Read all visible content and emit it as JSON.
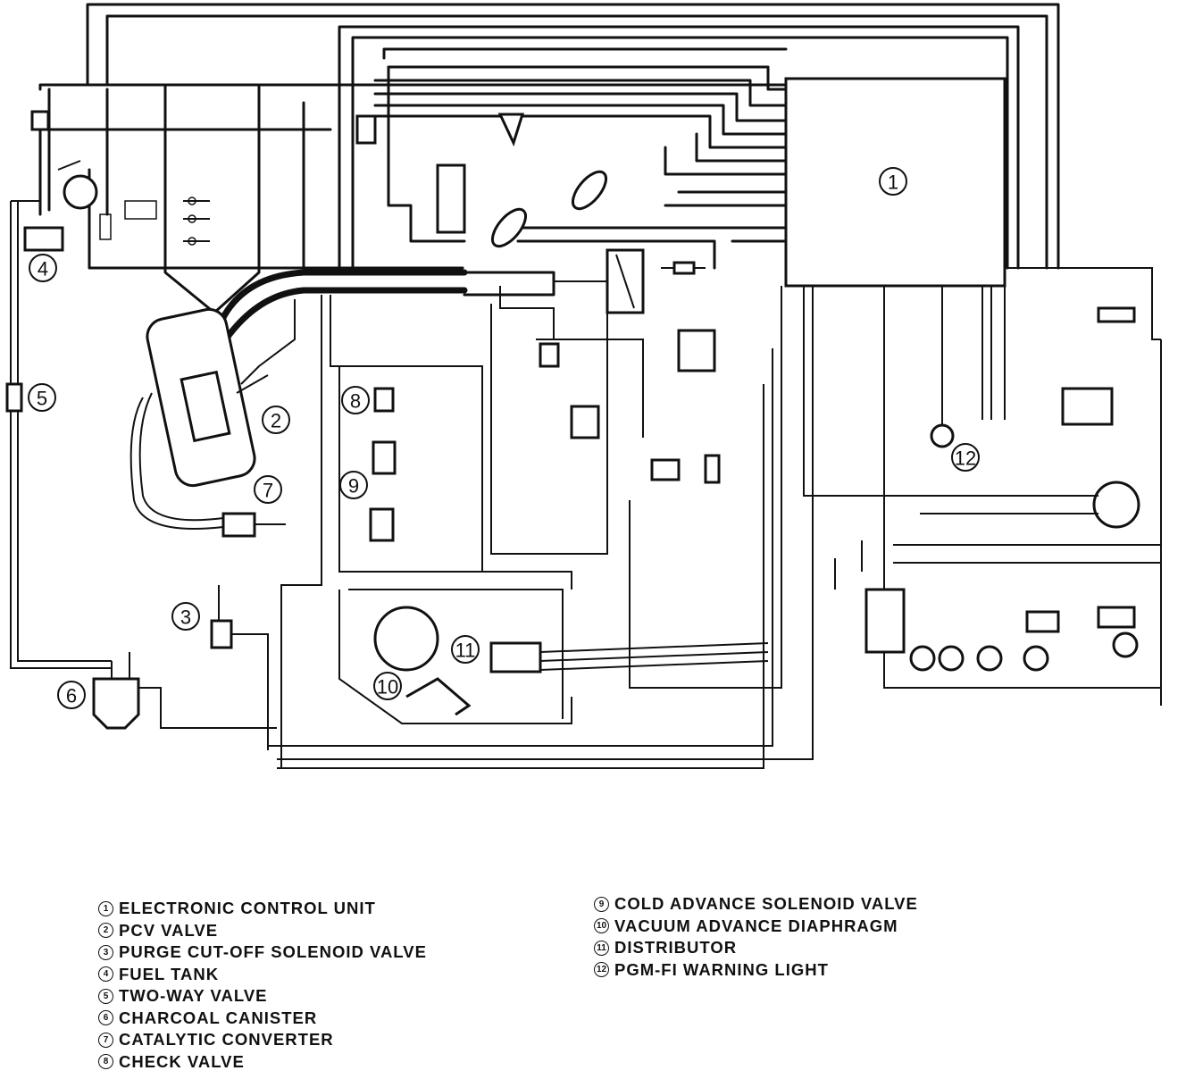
{
  "callouts": [
    "1",
    "2",
    "3",
    "4",
    "5",
    "6",
    "7",
    "8",
    "9",
    "10",
    "11",
    "12"
  ],
  "legend": [
    {
      "num": "1",
      "label": "ELECTRONIC CONTROL UNIT"
    },
    {
      "num": "2",
      "label": "PCV VALVE"
    },
    {
      "num": "3",
      "label": "PURGE CUT-OFF SOLENOID VALVE"
    },
    {
      "num": "4",
      "label": "FUEL TANK"
    },
    {
      "num": "5",
      "label": "TWO-WAY VALVE"
    },
    {
      "num": "6",
      "label": "CHARCOAL CANISTER"
    },
    {
      "num": "7",
      "label": "CATALYTIC CONVERTER"
    },
    {
      "num": "8",
      "label": "CHECK VALVE"
    },
    {
      "num": "9",
      "label": "COLD ADVANCE SOLENOID VALVE"
    },
    {
      "num": "10",
      "label": "VACUUM ADVANCE DIAPHRAGM"
    },
    {
      "num": "11",
      "label": "DISTRIBUTOR"
    },
    {
      "num": "12",
      "label": "PGM-FI WARNING LIGHT"
    }
  ]
}
